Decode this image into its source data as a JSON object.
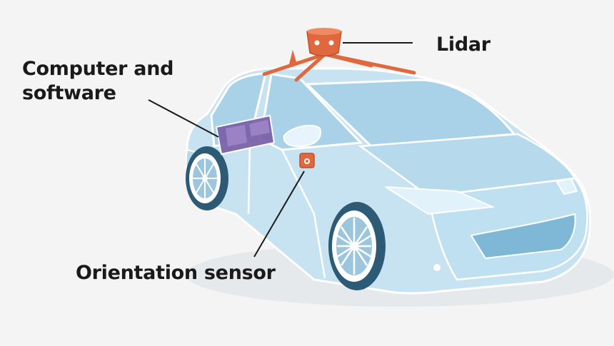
{
  "labels": {
    "lidar": "Lidar",
    "computer_line1": "Computer and",
    "computer_line2": "software",
    "orientation": "Orientation sensor"
  },
  "colors": {
    "background": "#f4f4f4",
    "car_body": "#c7e3f2",
    "car_outline": "#ffffff",
    "car_dark": "#8ec3de",
    "glass": "#a9d2e8",
    "sensor_orange": "#e0683f",
    "computer_purple": "#7a5fa8",
    "leader_line": "#1a1a1a",
    "text": "#1a1a1a"
  },
  "icons": {
    "lidar": "lidar-sensor-icon",
    "computer": "computer-unit-icon",
    "orientation": "orientation-sensor-icon"
  }
}
